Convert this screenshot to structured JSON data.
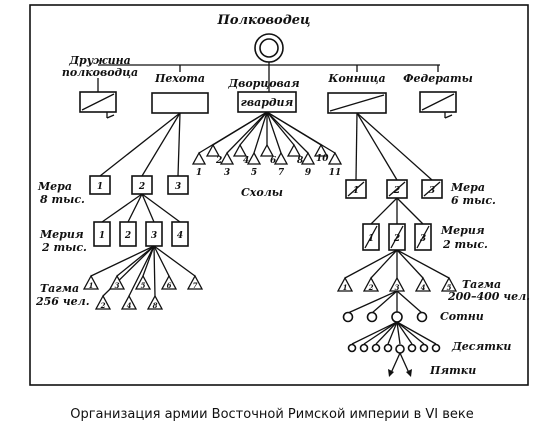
{
  "title": "Полководец",
  "top_units": {
    "druzhina": [
      "Дружина",
      "полководца"
    ],
    "pekhota": "Пехота",
    "guard": [
      "Дворцовая",
      "гвардия"
    ],
    "konnitsa": "Конница",
    "federaty": "Федераты"
  },
  "scholae": {
    "label": "Схолы",
    "numbers": [
      "1",
      "2",
      "3",
      "4",
      "5",
      "6",
      "7",
      "8",
      "9",
      "10",
      "11"
    ]
  },
  "infantry": {
    "mera_label": [
      "Мера",
      "8 тыс."
    ],
    "mera_numbers": [
      "1",
      "2",
      "3"
    ],
    "meria_label": [
      "Мерия",
      "2 тыс."
    ],
    "meria_numbers": [
      "1",
      "2",
      "3",
      "4"
    ],
    "tagma_label": [
      "Тагма",
      "256 чел."
    ],
    "tagma_numbers": [
      "1",
      "2",
      "3",
      "4",
      "5",
      "6",
      "7",
      "8"
    ]
  },
  "cavalry": {
    "mera_label": [
      "Мера",
      "6 тыс."
    ],
    "mera_numbers": [
      "1",
      "2",
      "3"
    ],
    "meria_label": [
      "Мерия",
      "2 тыс."
    ],
    "meria_numbers": [
      "1",
      "2",
      "3"
    ],
    "tagma_label": [
      "Тагма",
      "200–400 чел."
    ],
    "tagma_numbers": [
      "1",
      "2",
      "3",
      "4",
      "5"
    ],
    "sotni": "Сотни",
    "desyatki": "Десятки",
    "pyatki": "Пятки"
  },
  "caption": "Организация  армии  Восточной  Римской  империи  в  VI  веке"
}
